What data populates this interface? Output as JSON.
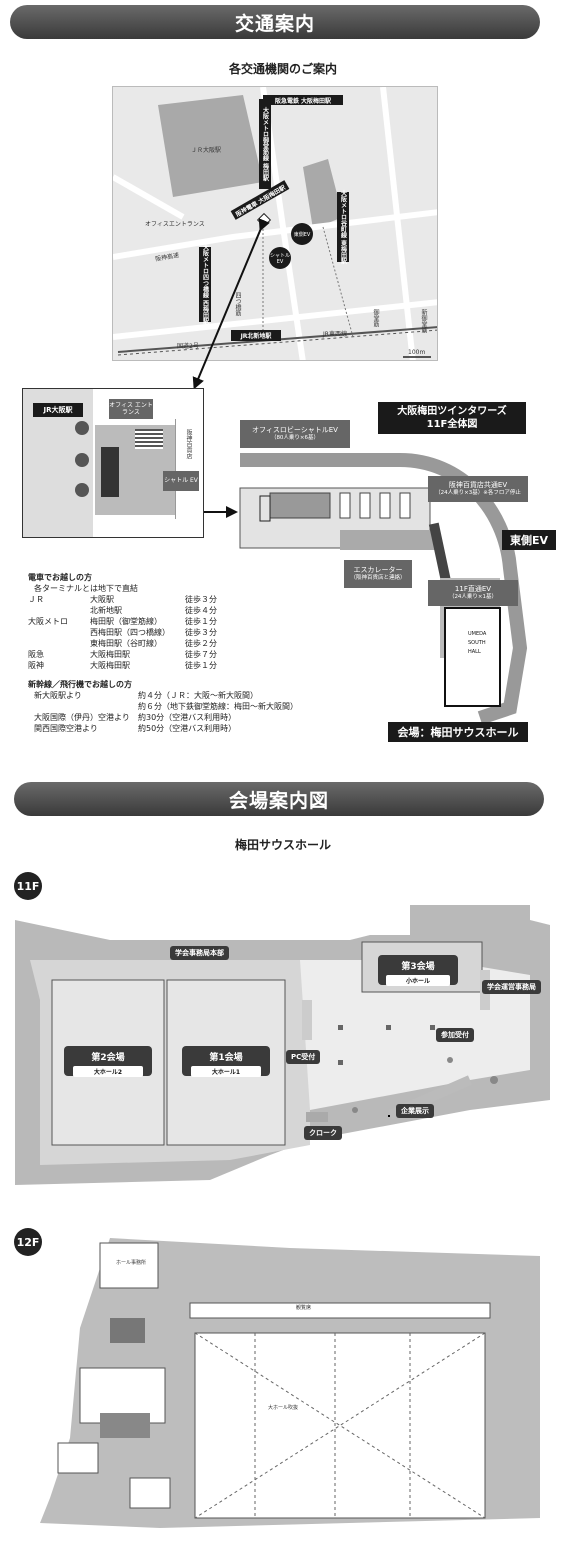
{
  "access": {
    "banner": "交通案内",
    "subtitle": "各交通機関のご案内",
    "map": {
      "hankyu": "阪急電鉄 大阪梅田駅",
      "jr_osaka": "ＪＲ大阪駅",
      "metro_midosuji": "大阪メトロ御堂筋線 梅田駅",
      "hanshin": "阪神電車 大阪梅田駅",
      "office_entrance": "オフィスエントランス",
      "east_ev": "東側EV",
      "shuttle_ev": "シャトルEV",
      "metro_yotsubashi": "大阪メトロ四つ橋線 西梅田駅",
      "metro_tanimachi": "大阪メトロ谷町線 東梅田駅",
      "jr_kitashinchi": "JR北新地駅",
      "jr_tozai": "JR東西線",
      "road_shinmido": "新御堂筋",
      "road_yotsubashi": "四つ橋筋",
      "road_midosuji": "御堂筋",
      "road_hanshin": "阪神高速",
      "road_route2": "国道2号",
      "scale": "100m"
    },
    "detail": {
      "jr_osaka": "JR大阪駅",
      "office_entrance": "オフィス エントランス",
      "dept_store": "阪神百貨店",
      "shuttle_ev": "シャトル EV"
    },
    "tower": {
      "title_line1": "大阪梅田ツインタワーズ",
      "title_line2": "11F全体図",
      "office_ev": "オフィスロビーシャトルEV",
      "office_ev_sub": "（80人乗り×6基）",
      "hanshin_ev": "阪神百貨店共通EV",
      "hanshin_ev_sub": "（24人乗り×3基）※各フロア停止",
      "east_ev": "東側EV",
      "escalator": "エスカレーター",
      "escalator_sub": "（阪神百貨店と連絡）",
      "direct_ev": "11F直通EV",
      "direct_ev_sub": "（24人乗り×1基）",
      "hall_logo": "UMEDA SOUTH HALL",
      "venue": "会場：梅田サウスホール"
    },
    "train": {
      "heading": "電車でお越しの方",
      "note": "各ターミナルとは地下で直結",
      "rows": [
        {
          "line": "ＪＲ",
          "station": "大阪駅",
          "time": "徒歩３分"
        },
        {
          "line": "",
          "station": "北新地駅",
          "time": "徒歩４分"
        },
        {
          "line": "大阪メトロ",
          "station": "梅田駅（御堂筋線）",
          "time": "徒歩１分"
        },
        {
          "line": "",
          "station": "西梅田駅（四つ橋線）",
          "time": "徒歩３分"
        },
        {
          "line": "",
          "station": "東梅田駅（谷町線）",
          "time": "徒歩２分"
        },
        {
          "line": "阪急",
          "station": "大阪梅田駅",
          "time": "徒歩７分"
        },
        {
          "line": "阪神",
          "station": "大阪梅田駅",
          "time": "徒歩１分"
        }
      ]
    },
    "shinkansen": {
      "heading": "新幹線／飛行機でお越しの方",
      "rows": [
        {
          "from": "新大阪駅より",
          "detail": "約４分（ＪＲ：大阪～新大阪間）"
        },
        {
          "from": "",
          "detail": "約６分（地下鉄御堂筋線：梅田～新大阪間）"
        },
        {
          "from": "大阪国際（伊丹）空港より",
          "detail": "約30分（空港バス利用時）"
        },
        {
          "from": "関西国際空港より",
          "detail": "約50分（空港バス利用時）"
        }
      ]
    }
  },
  "venue": {
    "banner": "会場案内図",
    "subtitle": "梅田サウスホール",
    "f11": {
      "badge": "11F",
      "hq": "学会事務局本部",
      "room3": "第3会場",
      "room3_sub": "小ホール",
      "ops": "学会運営事務局",
      "room2": "第2会場",
      "room2_sub": "大ホール2",
      "room1": "第1会場",
      "room1_sub": "大ホール1",
      "reception": "参加受付",
      "pc": "PC受付",
      "exhibit": "企業展示",
      "cloak": "クローク"
    },
    "f12": {
      "badge": "12F",
      "office": "ホール事務所",
      "gallery": "観覧席",
      "atrium": "大ホール吹抜"
    }
  }
}
